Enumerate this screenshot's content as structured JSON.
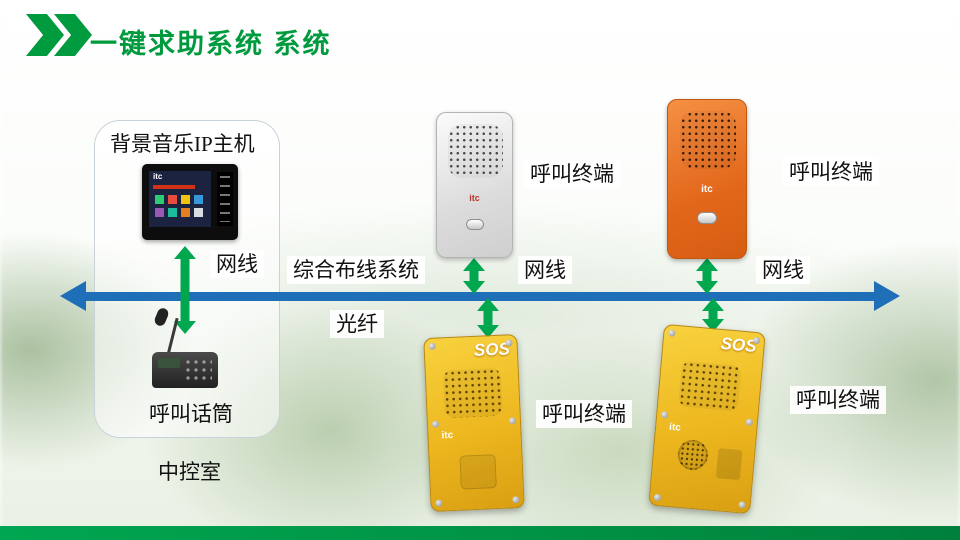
{
  "title": "一键求助系统 系统",
  "colors": {
    "title_green": "#009a3e",
    "arrow_green": "#00a74f",
    "bus_blue": "#1e6fb8",
    "footer_green": "#00a651",
    "sos_yellow": "#edb71f",
    "panel_orange": "#e2671b"
  },
  "control_room": {
    "host_label": "背景音乐IP主机",
    "cable_label": "网线",
    "mic_label": "呼叫话筒",
    "room_label": "中控室"
  },
  "bus": {
    "cabling_label": "综合布线系统",
    "fiber_label": "光纤"
  },
  "terminals": {
    "silver": {
      "name": "呼叫终端",
      "cable": "网线"
    },
    "orange": {
      "name": "呼叫终端",
      "cable": "网线"
    },
    "yellow_center": {
      "name": "呼叫终端"
    },
    "yellow_right": {
      "name": "呼叫终端"
    }
  },
  "device_text": {
    "brand": "itc",
    "sos": "SOS"
  }
}
